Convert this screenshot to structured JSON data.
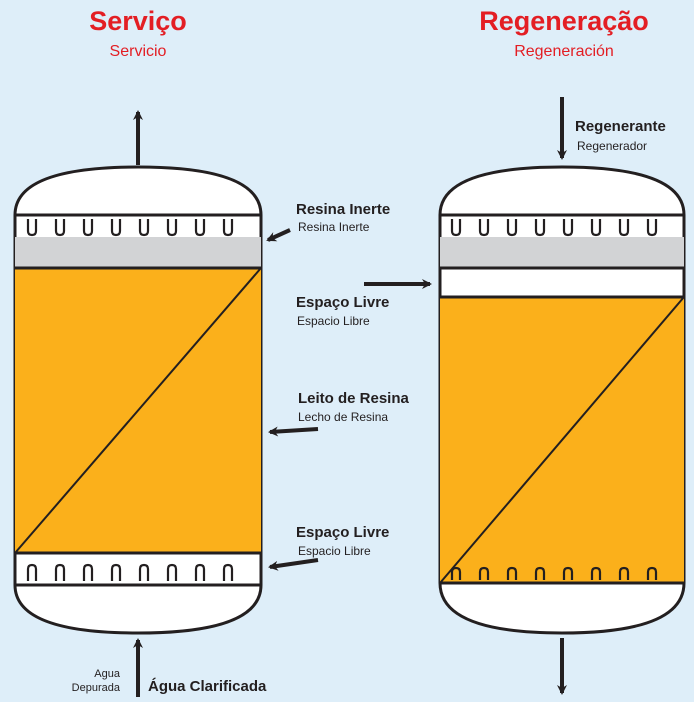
{
  "service": {
    "title": "Serviço",
    "subtitle": "Servicio"
  },
  "regeneration": {
    "title": "Regeneração",
    "subtitle": "Regeneración"
  },
  "labels": {
    "regenerant_pt": "Regenerante",
    "regenerant_es": "Regenerador",
    "inert_resin_pt": "Resina Inerte",
    "inert_resin_es": "Resina Inerte",
    "free_space_top_pt": "Espaço Livre",
    "free_space_top_es": "Espacio Libre",
    "resin_bed_pt": "Leito de Resina",
    "resin_bed_es": "Lecho de Resina",
    "free_space_bottom_pt": "Espaço Livre",
    "free_space_bottom_es": "Espacio Libre",
    "water_es_line1": "Agua",
    "water_es_line2": "Depurada",
    "water_pt": "Água Clarificada"
  },
  "colors": {
    "resin": "#fbb01b",
    "inert": "#d2d3d5",
    "background": "#deeef9",
    "title": "#e31e24",
    "line": "#231f20"
  }
}
